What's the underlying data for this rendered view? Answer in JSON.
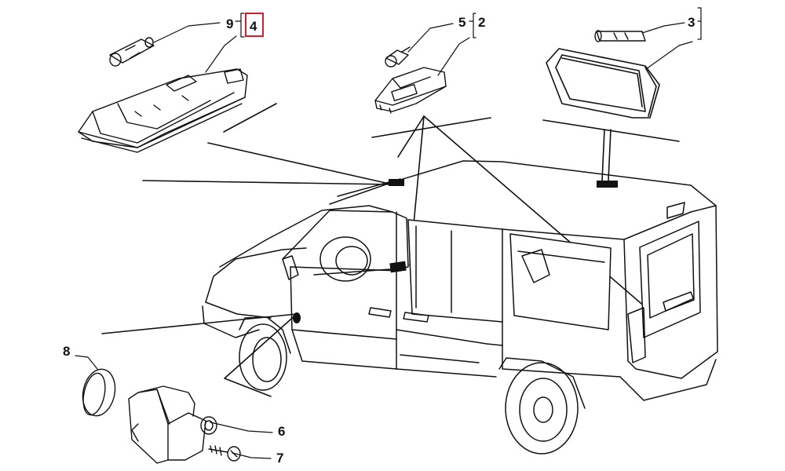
{
  "callouts": [
    {
      "id": "p9",
      "label": "9"
    },
    {
      "id": "p4",
      "label": "4",
      "highlighted": true
    },
    {
      "id": "p5",
      "label": "5"
    },
    {
      "id": "p2",
      "label": "2"
    },
    {
      "id": "p3",
      "label": "3"
    },
    {
      "id": "p8",
      "label": "8"
    },
    {
      "id": "p6",
      "label": "6"
    },
    {
      "id": "p7",
      "label": "7"
    }
  ],
  "colors": {
    "line": "#111111",
    "highlight": "#d0202a",
    "marker": "#111111",
    "background": "#ffffff"
  }
}
